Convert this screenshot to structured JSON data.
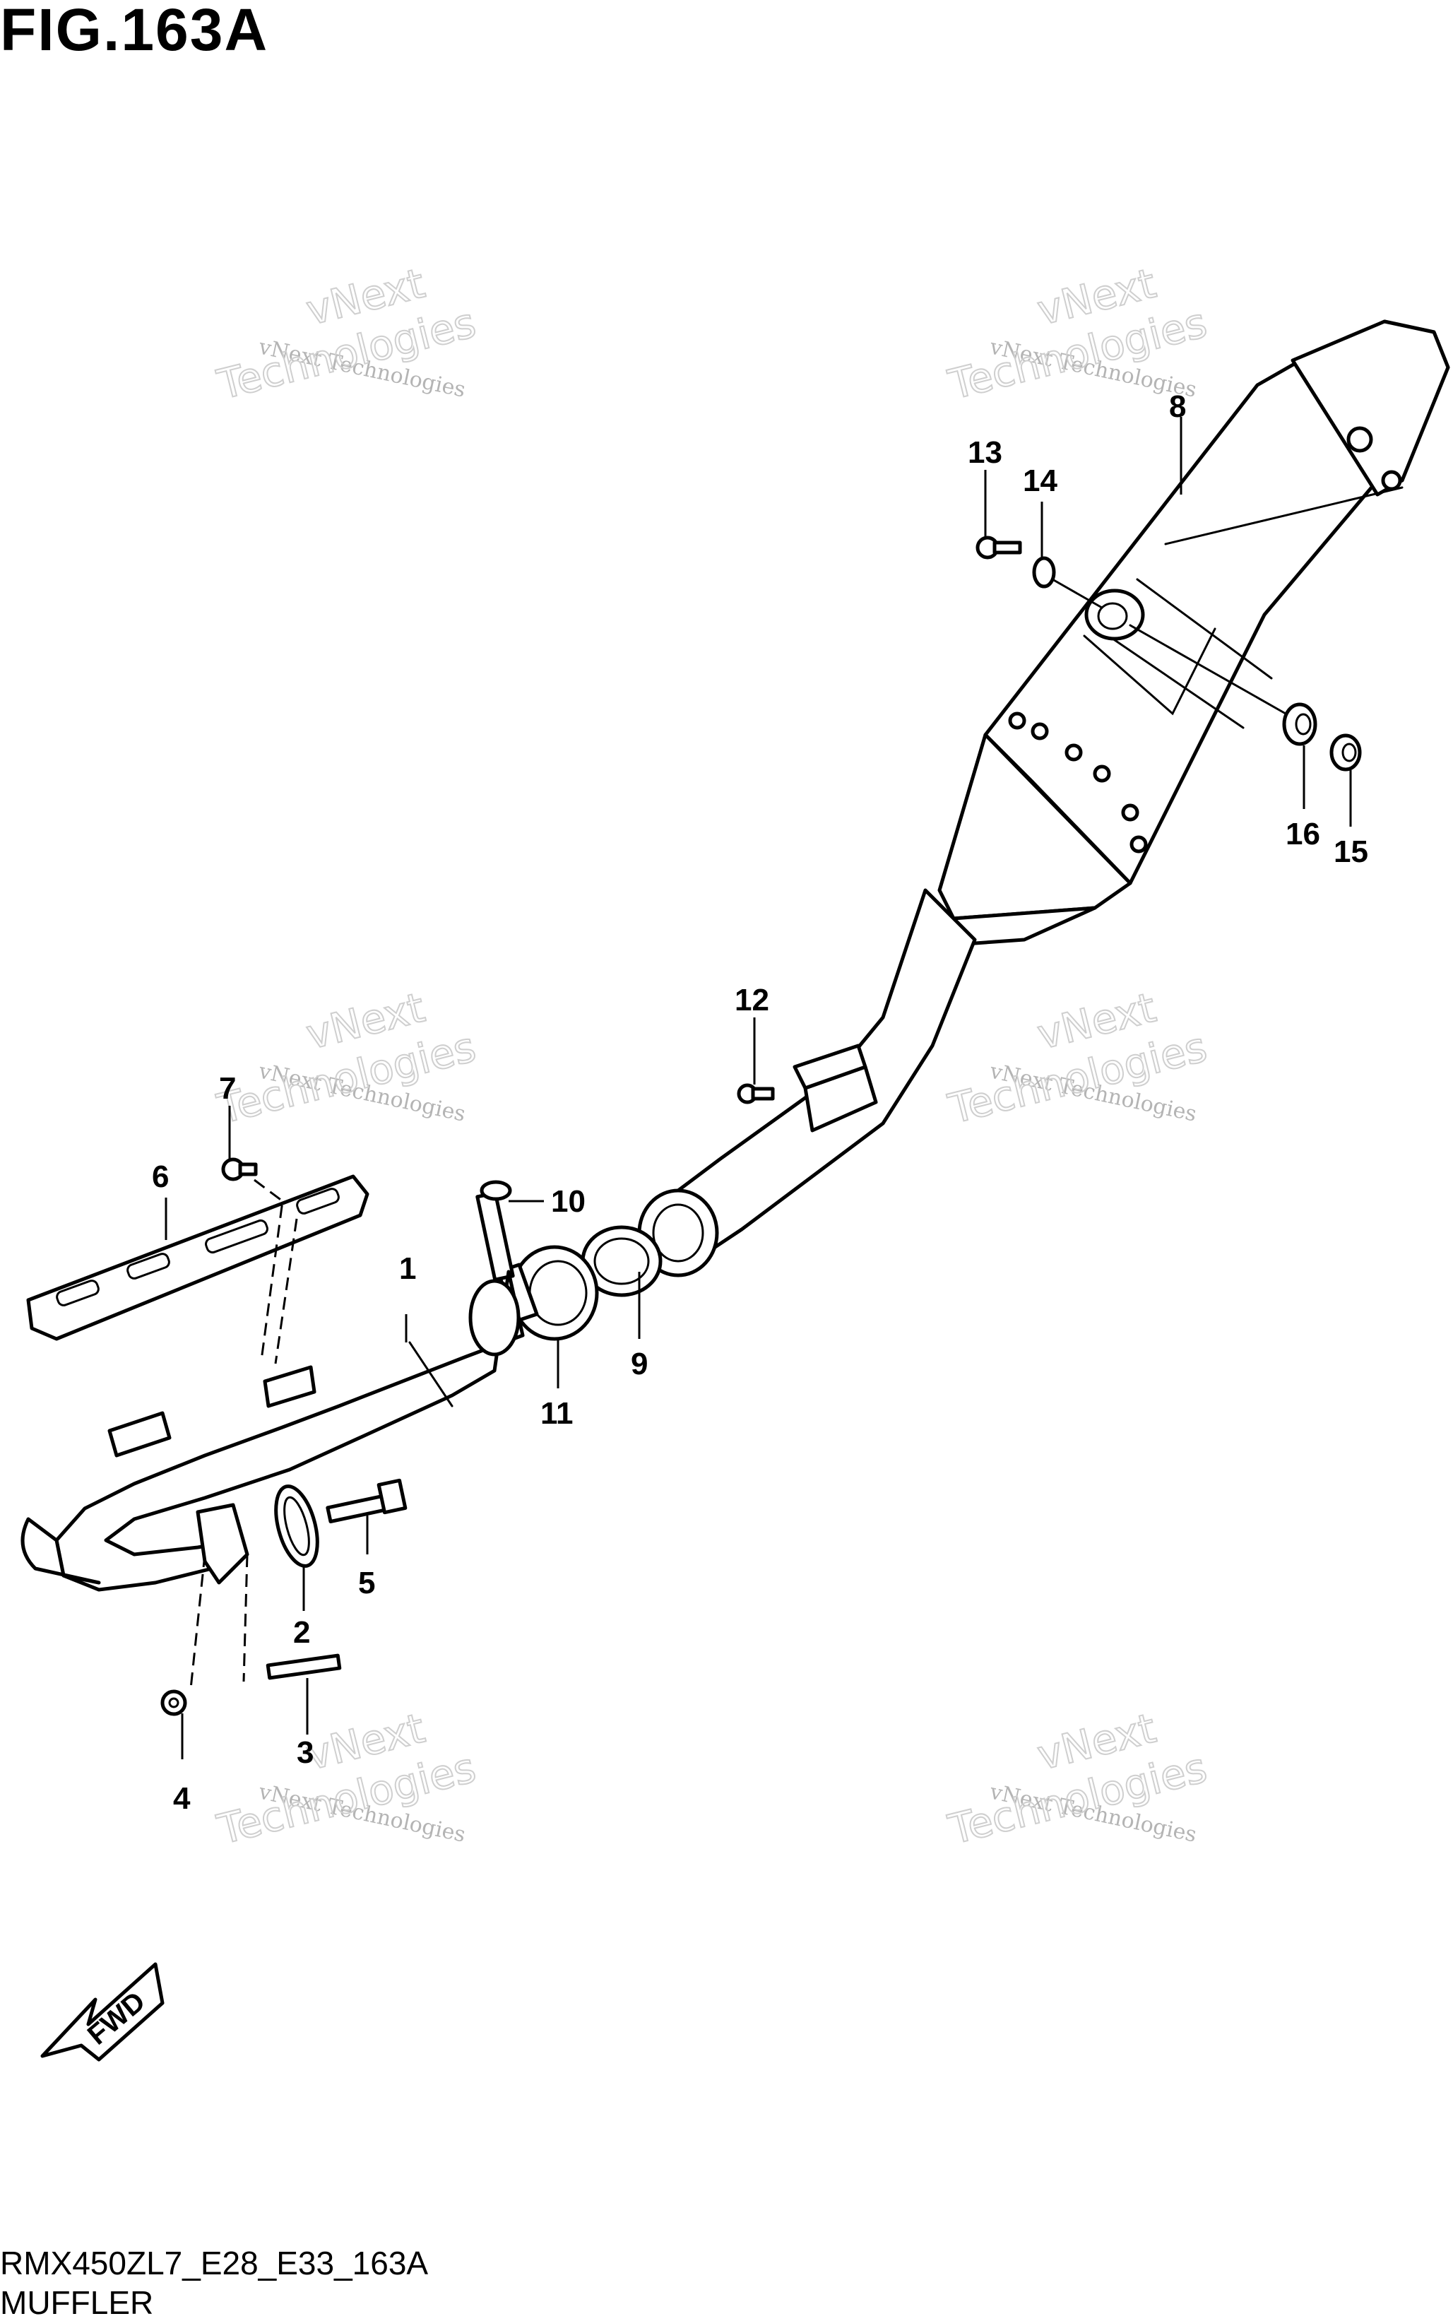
{
  "figure": {
    "title": "FIG.163A",
    "model_code": "RMX450ZL7_E28_E33_163A",
    "name": "MUFFLER"
  },
  "watermark": {
    "line1": "vNext Technologies",
    "line2": "vNext",
    "line3": "Technologies"
  },
  "fwd_label": "FWD",
  "callouts": [
    "1",
    "2",
    "3",
    "4",
    "5",
    "6",
    "7",
    "8",
    "9",
    "10",
    "11",
    "12",
    "13",
    "14",
    "15",
    "16"
  ]
}
